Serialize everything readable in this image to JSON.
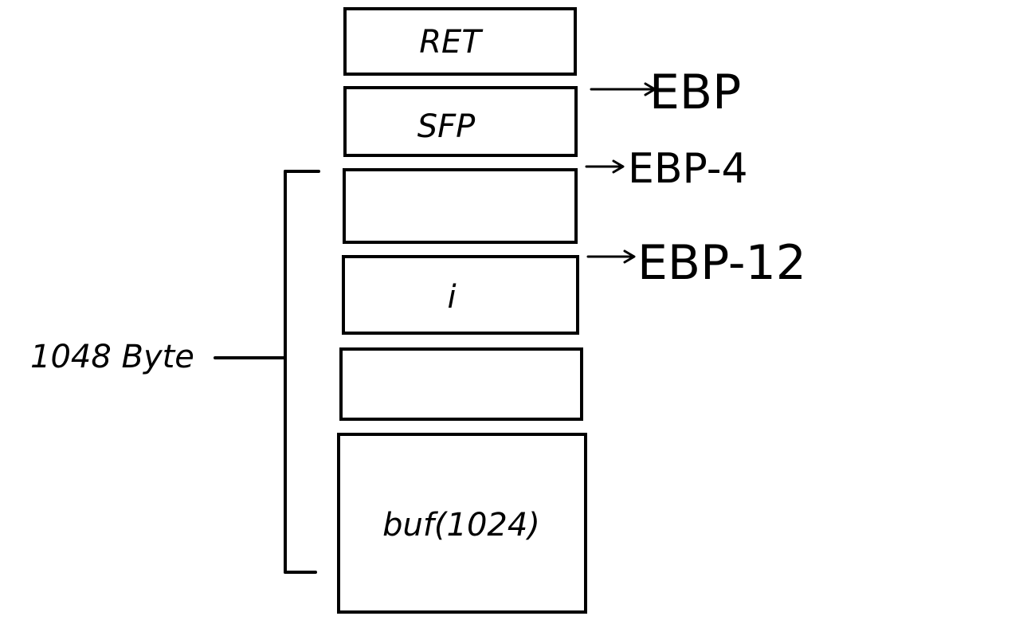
{
  "stack": {
    "frames": [
      {
        "id": "ret",
        "label": "RET"
      },
      {
        "id": "sfp",
        "label": "SFP"
      },
      {
        "id": "slot-ebp-4",
        "label": ""
      },
      {
        "id": "i",
        "label": "i"
      },
      {
        "id": "slot-empty",
        "label": ""
      },
      {
        "id": "buf",
        "label": "buf(1024)"
      }
    ]
  },
  "pointers": [
    {
      "id": "ebp",
      "label": "EBP"
    },
    {
      "id": "ebp-4",
      "label": "EBP-4"
    },
    {
      "id": "ebp-12",
      "label": "EBP-12"
    }
  ],
  "brace": {
    "label": "1048 Byte"
  }
}
